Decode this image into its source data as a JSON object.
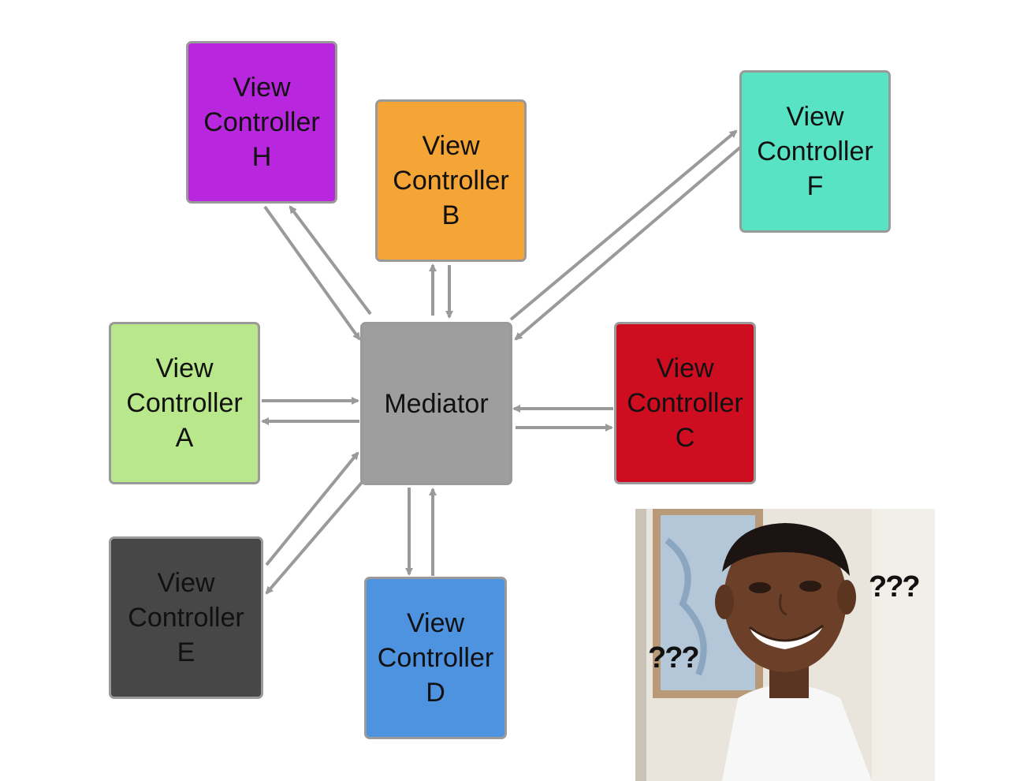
{
  "diagram": {
    "hub": {
      "label": "Mediator",
      "color": "#9e9e9e"
    },
    "nodes": [
      {
        "id": "h",
        "lines": [
          "View",
          "Controller",
          "H"
        ],
        "color": "#b827dd"
      },
      {
        "id": "b",
        "lines": [
          "View",
          "Controller",
          "B"
        ],
        "color": "#f4a535"
      },
      {
        "id": "f",
        "lines": [
          "View",
          "Controller",
          "F"
        ],
        "color": "#58e4c4"
      },
      {
        "id": "a",
        "lines": [
          "View",
          "Controller",
          "A"
        ],
        "color": "#b8e88b"
      },
      {
        "id": "c",
        "lines": [
          "View",
          "Controller",
          "C"
        ],
        "color": "#cf0d20"
      },
      {
        "id": "e",
        "lines": [
          "View",
          "Controller",
          "E"
        ],
        "color": "#474747"
      },
      {
        "id": "d",
        "lines": [
          "View",
          "Controller",
          "D"
        ],
        "color": "#4e93e0"
      }
    ],
    "arrow_color": "#9a9a9a"
  },
  "meme": {
    "left_text": "???",
    "right_text": "???",
    "icon": "confused-man-photo"
  }
}
